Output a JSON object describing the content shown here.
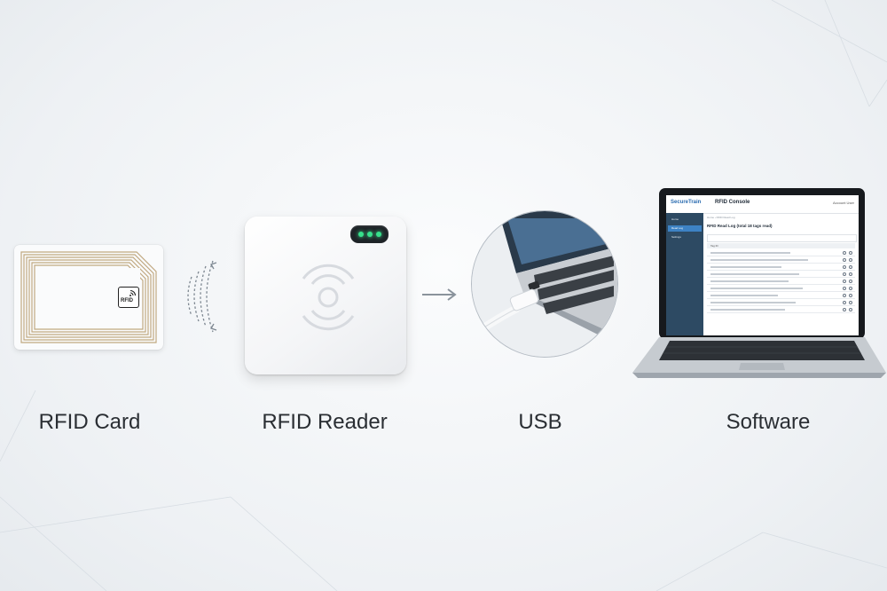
{
  "labels": {
    "card": "RFID Card",
    "reader": "RFID Reader",
    "usb": "USB",
    "software": "Software"
  },
  "card_logo_text": "RFID",
  "software_screen": {
    "brand": "SecureTrain",
    "title": "RFID Console",
    "user": "Account User",
    "breadcrumb": "Home › RFID Read Log",
    "heading": "RFID Read Log (total 18 tags read)",
    "sidebar_items": [
      "Home",
      "Read Log",
      "Settings"
    ],
    "table_header": "Tag ID"
  },
  "colors": {
    "accent_blue": "#2b6cb0",
    "led_green": "#37e08b",
    "sidebar": "#2d4a63",
    "label_text": "#2a2e33"
  }
}
